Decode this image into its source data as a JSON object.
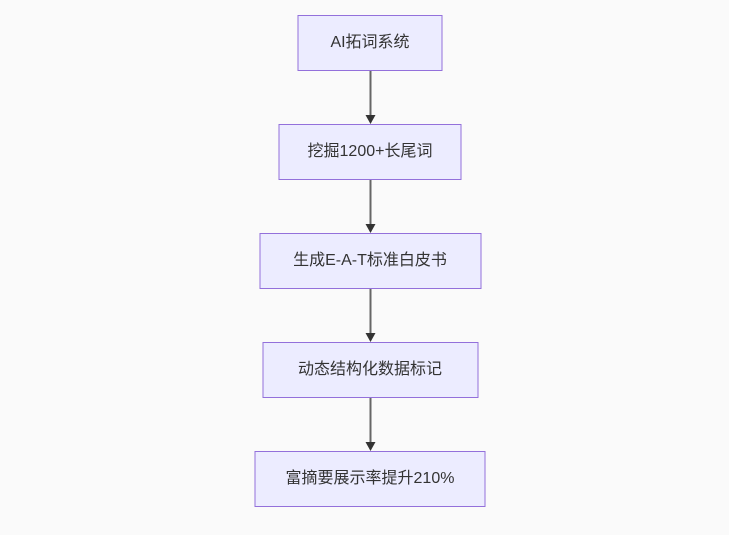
{
  "diagram": {
    "type": "flowchart",
    "direction": "top-down",
    "nodes": [
      {
        "id": "A",
        "label": "AI拓词系统"
      },
      {
        "id": "B",
        "label": "挖掘1200+长尾词"
      },
      {
        "id": "C",
        "label": "生成E-A-T标准白皮书"
      },
      {
        "id": "D",
        "label": "动态结构化数据标记"
      },
      {
        "id": "E",
        "label": "富摘要展示率提升210%"
      }
    ],
    "edges": [
      {
        "from": "AI拓词系统",
        "to": "挖掘1200+长尾词",
        "arrow": "down"
      },
      {
        "from": "挖掘1200+长尾词",
        "to": "生成E-A-T标准白皮书",
        "arrow": "down"
      },
      {
        "from": "生成E-A-T标准白皮书",
        "to": "动态结构化数据标记",
        "arrow": "down"
      },
      {
        "from": "动态结构化数据标记",
        "to": "富摘要展示率提升210%",
        "arrow": "down"
      }
    ]
  },
  "colors": {
    "background": "#fafafa",
    "node_fill": "#ececff",
    "node_border": "#9370db",
    "node_text": "#333333",
    "edge_line": "#666666",
    "edge_arrowhead": "#333333"
  }
}
